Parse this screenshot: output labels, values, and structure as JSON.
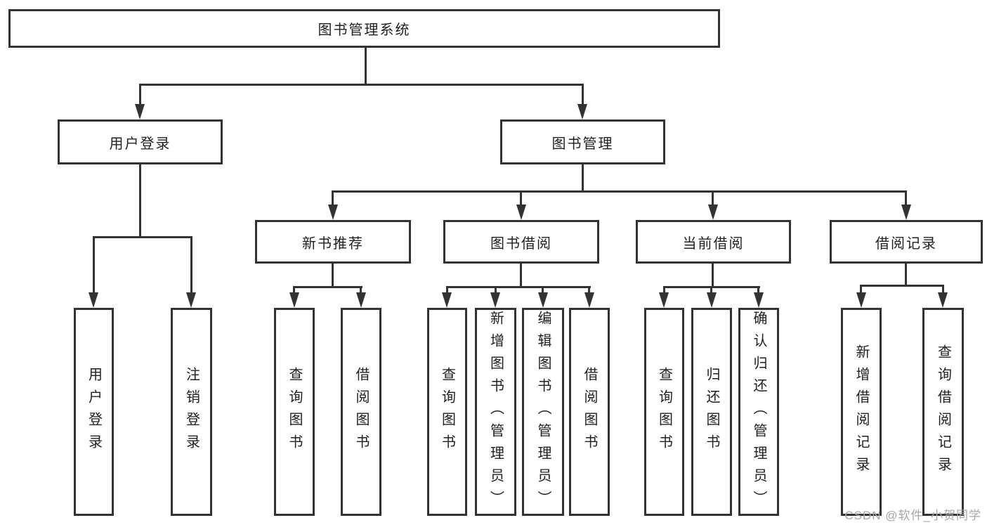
{
  "diagram": {
    "title": "图书管理系统",
    "root": {
      "label": "图书管理系统"
    },
    "level2": [
      {
        "id": "user-login",
        "label": "用户登录"
      },
      {
        "id": "book-management",
        "label": "图书管理"
      }
    ],
    "level3": [
      {
        "id": "new-book-recommend",
        "parent": "图书管理",
        "label": "新书推荐"
      },
      {
        "id": "book-borrow",
        "parent": "图书管理",
        "label": "图书借阅"
      },
      {
        "id": "current-borrow",
        "parent": "图书管理",
        "label": "当前借阅"
      },
      {
        "id": "borrow-record",
        "parent": "图书管理",
        "label": "借阅记录"
      }
    ],
    "leaves": [
      {
        "parent": "用户登录",
        "label": "用户登录"
      },
      {
        "parent": "用户登录",
        "label": "注销登录"
      },
      {
        "parent": "新书推荐",
        "label": "查询图书"
      },
      {
        "parent": "新书推荐",
        "label": "借阅图书"
      },
      {
        "parent": "图书借阅",
        "label": "查询图书"
      },
      {
        "parent": "图书借阅",
        "label": "新增图书（管理员）"
      },
      {
        "parent": "图书借阅",
        "label": "编辑图书（管理员）"
      },
      {
        "parent": "图书借阅",
        "label": "借阅图书"
      },
      {
        "parent": "当前借阅",
        "label": "查询图书"
      },
      {
        "parent": "当前借阅",
        "label": "归还图书"
      },
      {
        "parent": "当前借阅",
        "label": "确认归还（管理员）"
      },
      {
        "parent": "借阅记录",
        "label": "新增借阅记录"
      },
      {
        "parent": "借阅记录",
        "label": "查询借阅记录"
      }
    ],
    "watermark": "CSDN @软件_小贺同学",
    "colors": {
      "line": "#333333",
      "box_border": "#333333",
      "text": "#1f1f1f",
      "watermark": "#a6a6a6",
      "background": "#ffffff"
    }
  }
}
